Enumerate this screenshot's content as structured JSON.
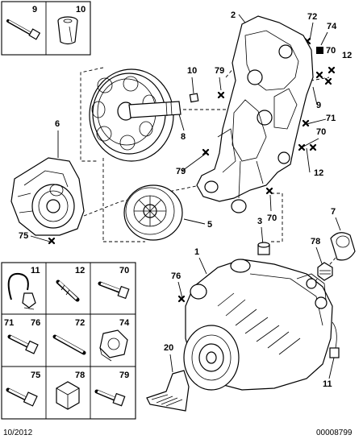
{
  "parts": {
    "p1": "1",
    "p2": "2",
    "p3": "3",
    "p5": "5",
    "p6": "6",
    "p7": "7",
    "p8": "8",
    "p9": "9",
    "p10": "10",
    "p11": "11",
    "p12": "12",
    "p20": "20",
    "p70": "70",
    "p71": "71",
    "p72": "72",
    "p74": "74",
    "p75": "75",
    "p76": "76",
    "p78": "78",
    "p79": "79"
  },
  "legend": {
    "top": [
      "9",
      "10"
    ],
    "grid": [
      "11",
      "12",
      "70",
      "71",
      "76",
      "72",
      "74",
      "75",
      "78",
      "79"
    ]
  },
  "footer": {
    "date": "10/2012",
    "code": "00008799"
  }
}
